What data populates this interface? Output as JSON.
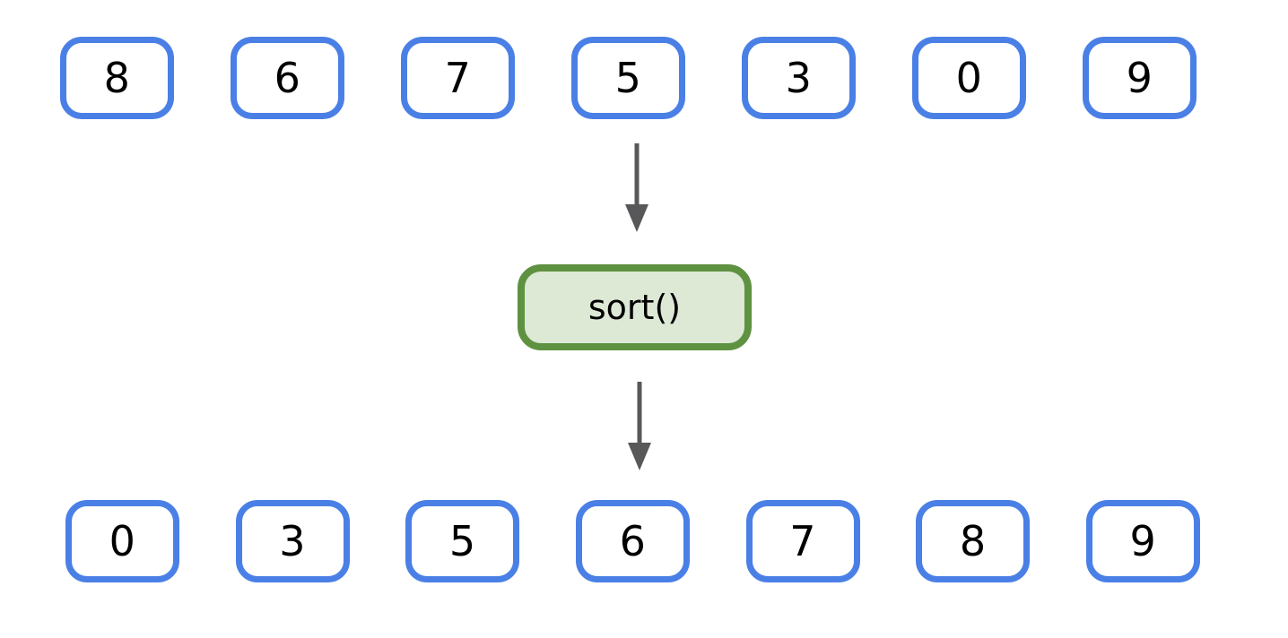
{
  "diagram": {
    "name": "array-sort-flow",
    "operation": "sort()",
    "input": [
      "8",
      "6",
      "7",
      "5",
      "3",
      "0",
      "9"
    ],
    "output": [
      "0",
      "3",
      "5",
      "6",
      "7",
      "8",
      "9"
    ],
    "arrows": [
      "down-arrow",
      "down-arrow"
    ],
    "colors": {
      "box_border_blue": "#4a80e6",
      "box_fill": "#ffffff",
      "operation_border_green": "#5e9140",
      "operation_fill_green": "#dde8d5",
      "arrow_gray": "#58585a",
      "text": "#000000",
      "background": "#ffffff"
    }
  }
}
